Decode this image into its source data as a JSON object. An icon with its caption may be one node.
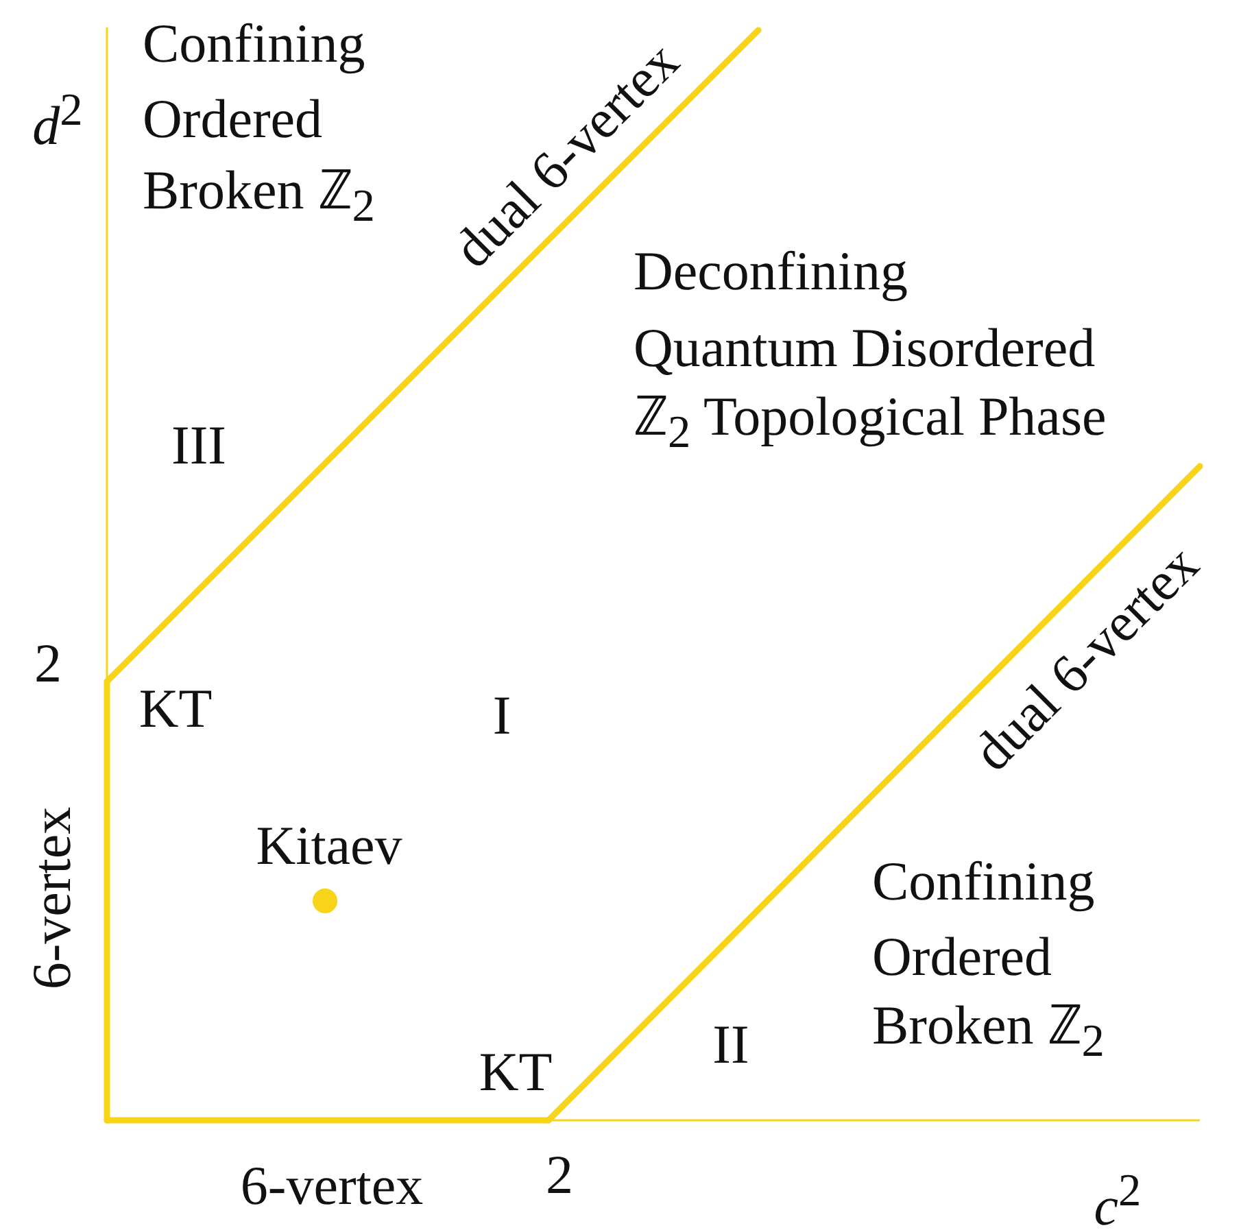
{
  "diagram": {
    "labels": [
      "*d*$^{2}$",
      "Confining",
      "Ordered",
      "Broken ℤ$_{2}$",
      "dual 6-vertex",
      "Deconfining",
      "Quantum Disordered",
      "ℤ$_{2}$ Topological Phase",
      "III",
      "dual 6-vertex",
      "2",
      "KT",
      "I",
      "Kitaev",
      "6-vertex",
      "Confining",
      "Ordered",
      "Broken ℤ$_{2}$",
      "II",
      "KT",
      "6-vertex",
      "2",
      "*c*$^{2}$"
    ]
  }
}
